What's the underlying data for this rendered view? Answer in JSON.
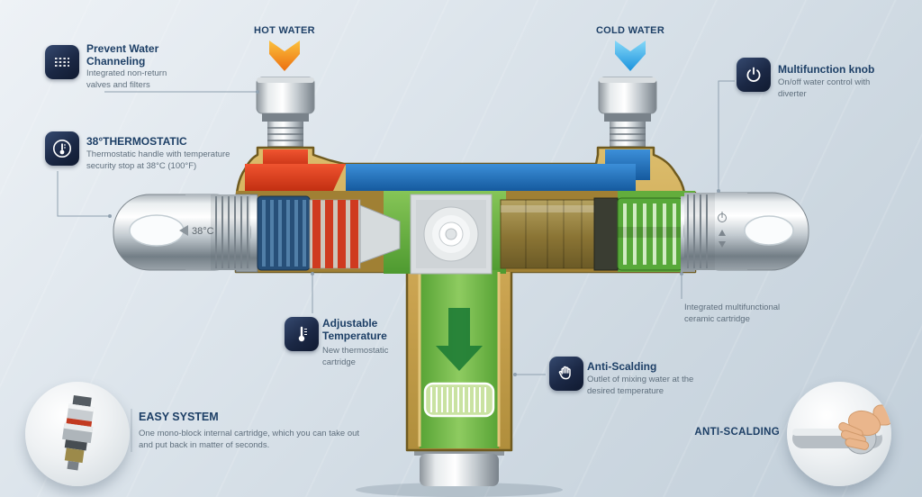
{
  "colors": {
    "title_navy": "#1d3f66",
    "desc_gray": "#5f6f7d",
    "hot_arrow": "#ef8c1a",
    "cold_arrow": "#2fa8ea",
    "body_tan": "#c9a24f",
    "hot_red": "#d83a1c",
    "cold_blue": "#1e6fc0",
    "mixed_green": "#5fae3d",
    "icon_tile": "#1b2845"
  },
  "labels": {
    "hot_water": "HOT WATER",
    "cold_water": "COLD WATER",
    "temp_knob": "38°C",
    "anti_scalding_photo": "ANTI-SCALDING"
  },
  "callouts": {
    "prevent_water": {
      "title": "Prevent Water Channeling",
      "desc": "Integrated non-return valves and filters"
    },
    "thermostatic": {
      "title": "38°THERMOSTATIC",
      "desc": "Thermostatic handle with temperature security stop at 38°C (100°F)"
    },
    "multifunction_knob": {
      "title": "Multifunction knob",
      "desc": "On/off water control with diverter"
    },
    "ceramic_cartridge": {
      "desc": "Integrated multifunctional ceramic cartridge"
    },
    "adjustable_temperature": {
      "title": "Adjustable Temperature",
      "desc": "New thermostatic cartridge"
    },
    "anti_scalding": {
      "title": "Anti-Scalding",
      "desc": "Outlet of mixing water at the desired temperature"
    },
    "easy_system": {
      "title": "EASY SYSTEM",
      "desc": "One mono-block internal cartridge, which you can take out and put back in matter of seconds."
    }
  },
  "icons": {
    "prevent_water": "filter-mesh-icon",
    "thermostatic": "thermometer-icon",
    "multifunction_knob": "power-knob-icon",
    "adjustable_temperature": "thermometer-icon",
    "anti_scalding": "hand-icon"
  }
}
